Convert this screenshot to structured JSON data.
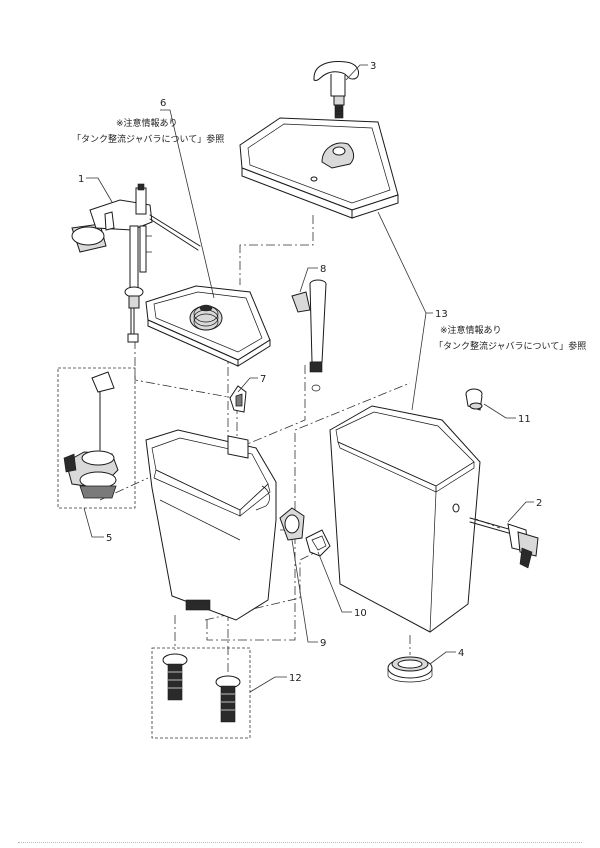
{
  "callouts": [
    {
      "id": "c1",
      "label": "1"
    },
    {
      "id": "c2",
      "label": "2"
    },
    {
      "id": "c3",
      "label": "3"
    },
    {
      "id": "c4",
      "label": "4"
    },
    {
      "id": "c5",
      "label": "5"
    },
    {
      "id": "c6",
      "label": "6"
    },
    {
      "id": "c7",
      "label": "7"
    },
    {
      "id": "c8",
      "label": "8"
    },
    {
      "id": "c9",
      "label": "9"
    },
    {
      "id": "c10",
      "label": "10"
    },
    {
      "id": "c11",
      "label": "11"
    },
    {
      "id": "c12",
      "label": "12"
    },
    {
      "id": "c13",
      "label": "13"
    }
  ],
  "notes": {
    "part6": {
      "line1": "※注意情報あり",
      "line2": "「タンク整流ジャバラについて」参照"
    },
    "part13": {
      "line1": "※注意情報あり",
      "line2": "「タンク整流ジャバラについて」参照"
    }
  }
}
